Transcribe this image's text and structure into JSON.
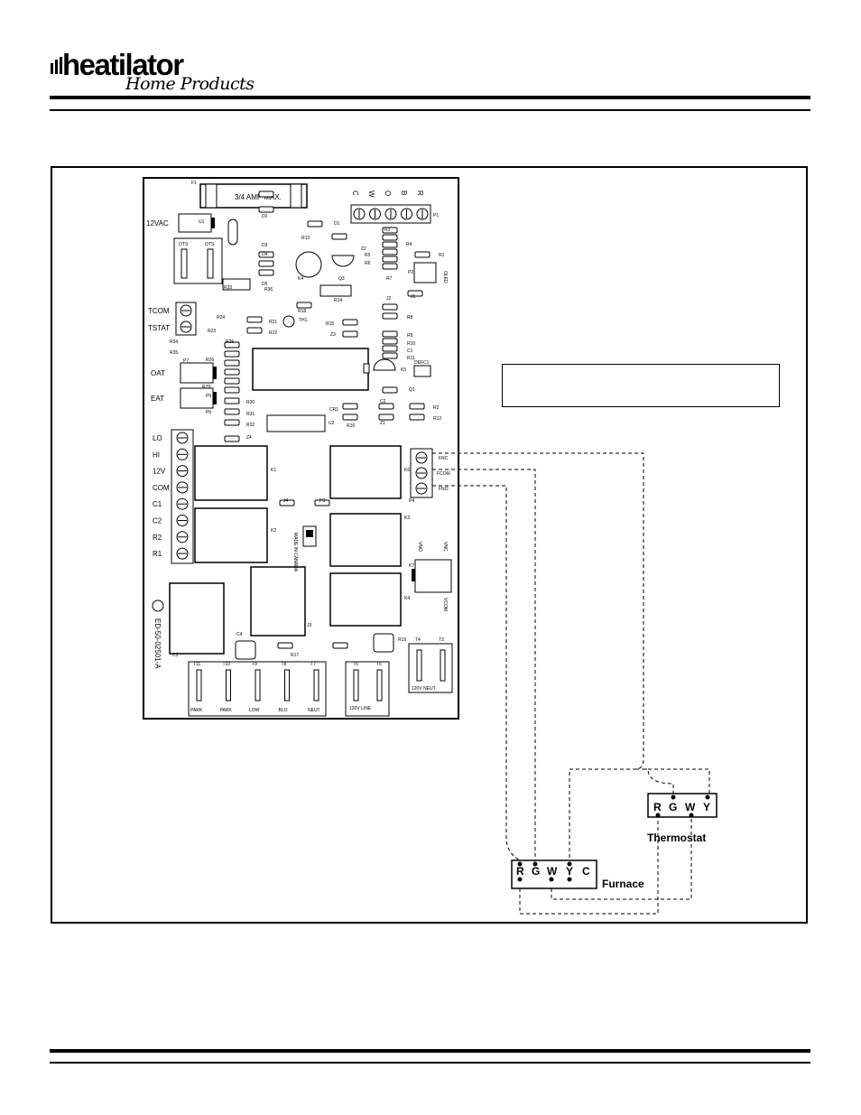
{
  "header": {
    "brand": "heatilator",
    "sub": "Home Products"
  },
  "board": {
    "fuse_label": "3/4 AMP MAX.",
    "fuse_ref": "F1",
    "power_in": "12VAC",
    "p1_labels": [
      "C",
      "W",
      "O",
      "B",
      "R"
    ],
    "p1_ref": "P1",
    "ots": [
      "OTS",
      "OTS"
    ],
    "tcom": "TCOM",
    "tstat": "TSTAT",
    "oat": "OAT",
    "eat": "EAT",
    "p9_labels": [
      "LO",
      "HI",
      "12V",
      "COM",
      "C1",
      "C2",
      "R2",
      "R1"
    ],
    "fan_labels": [
      "FNC",
      "FCOM",
      "FNO"
    ],
    "vnc": "VNC",
    "vno": "VNO",
    "vcom": "VCOM",
    "made_in": "MADE IN CANADA",
    "part_no": "ED-50-02501-A",
    "bottom_left_terms": [
      "T11",
      "T10",
      "T9",
      "T8",
      "T7"
    ],
    "bottom_left_labels": [
      "PARK",
      "PARK",
      "LOW",
      "BLO",
      "NEUT"
    ],
    "line_terms": [
      "T6",
      "T5"
    ],
    "line_label": "120V  LINE",
    "neut_terms": [
      "T4",
      "T3"
    ],
    "neut_label": "120V  NEUT",
    "oled": "OLED",
    "defc": "DEFC1",
    "component_refs": [
      "D2",
      "D1",
      "D3",
      "D4",
      "D5",
      "R13",
      "Z2",
      "R3",
      "R4",
      "R1",
      "R5",
      "R6",
      "R7",
      "P2",
      "K4",
      "Q3",
      "R14",
      "R33",
      "R36",
      "J2",
      "J1",
      "R18",
      "R24",
      "R21",
      "R22",
      "TH1",
      "R15",
      "Z3",
      "R8",
      "R9",
      "R10",
      "C1",
      "R11",
      "R23",
      "R25",
      "R26",
      "R29",
      "R30",
      "R31",
      "R32",
      "Z4",
      "R34",
      "R35",
      "P7",
      "P6",
      "P5",
      "U1",
      "CR1",
      "U2",
      "R16",
      "C2",
      "Z1",
      "R2",
      "R12",
      "Q1",
      "K5",
      "K1",
      "K6",
      "K2",
      "K3",
      "K4",
      "J3",
      "J4",
      "P3",
      "P4",
      "K7",
      "C3",
      "C4",
      "R19",
      "R17"
    ]
  },
  "wiring": {
    "thermostat_terms": [
      "R",
      "G",
      "W",
      "Y"
    ],
    "thermostat_label": "Thermostat",
    "furnace_terms": [
      "R",
      "G",
      "W",
      "Y",
      "C"
    ],
    "furnace_label": "Furnace"
  }
}
